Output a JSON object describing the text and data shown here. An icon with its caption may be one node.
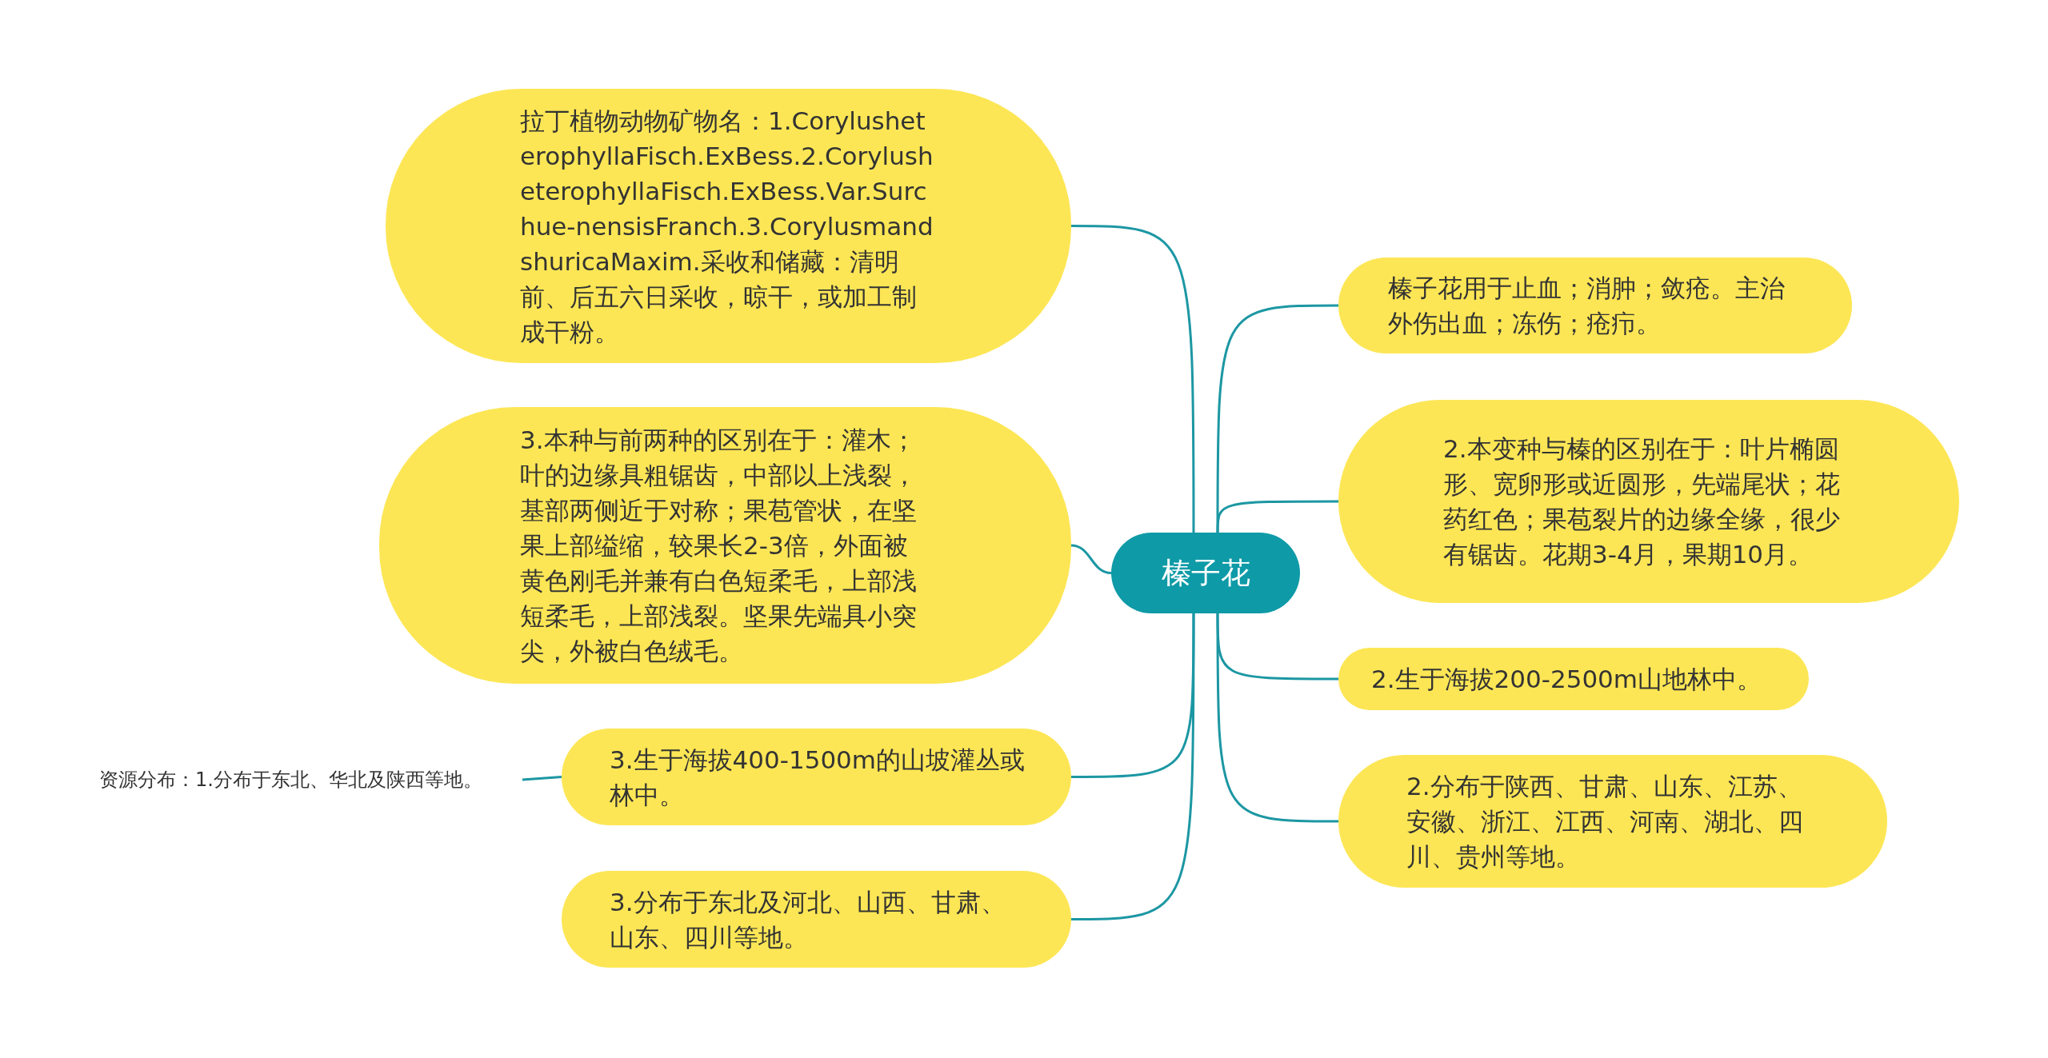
{
  "diagram": {
    "nodes": [
      {
        "text": [
          "榛子花"
        ]
      },
      {
        "text": [
          "拉丁植物动物矿物名：1.CorylusheterophyllaFisch.ExBess.2.CorylusheterophyllaFisch.ExBess.Var.Surchue-nensisFranch.3.CorylusmandshuricaMaxim.采收和储藏：清明前、后五六日采收，晾干，或加工制成干粉。"
        ]
      },
      {
        "text": [
          "3.本种与前两种的区别在于：灌木；叶的边缘具粗锯齿，中部以上浅裂，基部两侧近于对称；果苞管状，在坚果上部缢缩，较果长2-3倍，外面被黄色刚毛并兼有白色短柔毛，上部浅短柔毛，上部浅裂。坚果先端具小突尖，外被白色绒毛。"
        ]
      },
      {
        "text": [
          "3.生于海拔400-1500m的山坡灌丛或林中。"
        ]
      },
      {
        "text": [
          "3.分布于东北及河北、山西、甘肃、山东、四川等地。"
        ]
      },
      {
        "text": [
          "资源分布：1.分布于东北、华北及陕西等地。"
        ]
      },
      {
        "text": [
          "榛子花用于止血；消肿；敛疮。主治外伤出血；冻伤；疮疖。"
        ]
      },
      {
        "text": [
          "2.本变种与榛的区别在于：叶片椭圆形、宽卵形或近圆形，先端尾状；花药红色；果苞裂片的边缘全缘，很少有锯齿。花期3-4月，果期10月。"
        ]
      },
      {
        "text": [
          "2.生于海拔200-2500m山地林中。"
        ]
      },
      {
        "text": [
          "2.分布于陕西、甘肃、山东、江苏、安徽、浙江、江西、河南、湖北、四川、贵州等地。"
        ]
      }
    ],
    "edges": [
      {
        "from": 0,
        "to": 1,
        "arrow": "none"
      },
      {
        "from": 0,
        "to": 2,
        "arrow": "none"
      },
      {
        "from": 0,
        "to": 3,
        "arrow": "none"
      },
      {
        "from": 0,
        "to": 4,
        "arrow": "none"
      },
      {
        "from": 3,
        "to": 5,
        "arrow": "none"
      },
      {
        "from": 0,
        "to": 6,
        "arrow": "none"
      },
      {
        "from": 0,
        "to": 7,
        "arrow": "none"
      },
      {
        "from": 0,
        "to": 8,
        "arrow": "none"
      },
      {
        "from": 0,
        "to": 9,
        "arrow": "none"
      }
    ]
  }
}
